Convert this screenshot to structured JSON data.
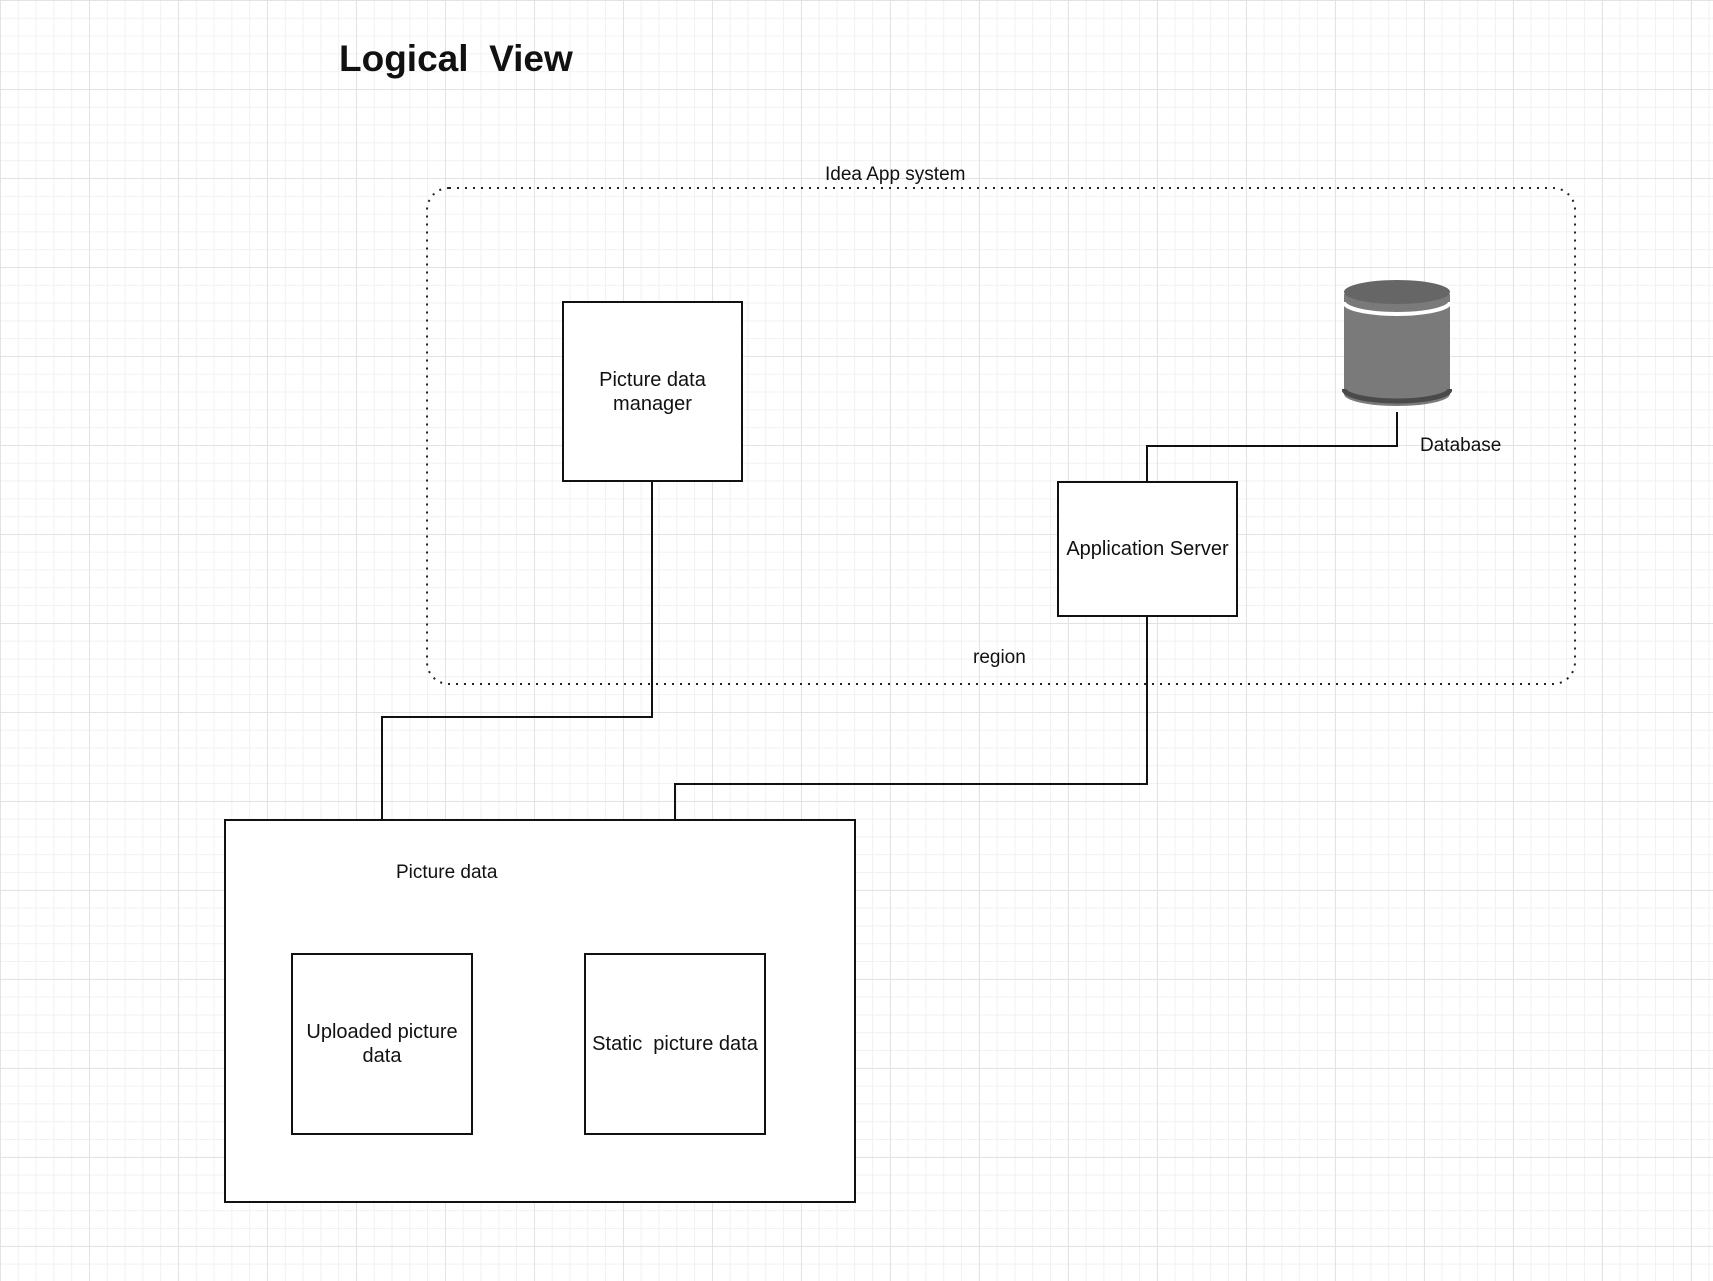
{
  "title": "Logical  View",
  "system_boundary": {
    "label": "Idea App system",
    "region_label": "region"
  },
  "components": {
    "picture_data_manager": "Picture data manager",
    "application_server": "Application Server",
    "database": "Database",
    "picture_data_group": "Picture data",
    "uploaded_picture_data": "Uploaded picture data",
    "static_picture_data": "Static  picture data"
  },
  "colors": {
    "database_fill": "#7a7a7a",
    "line": "#111111",
    "grid": "#e3e3e3"
  }
}
